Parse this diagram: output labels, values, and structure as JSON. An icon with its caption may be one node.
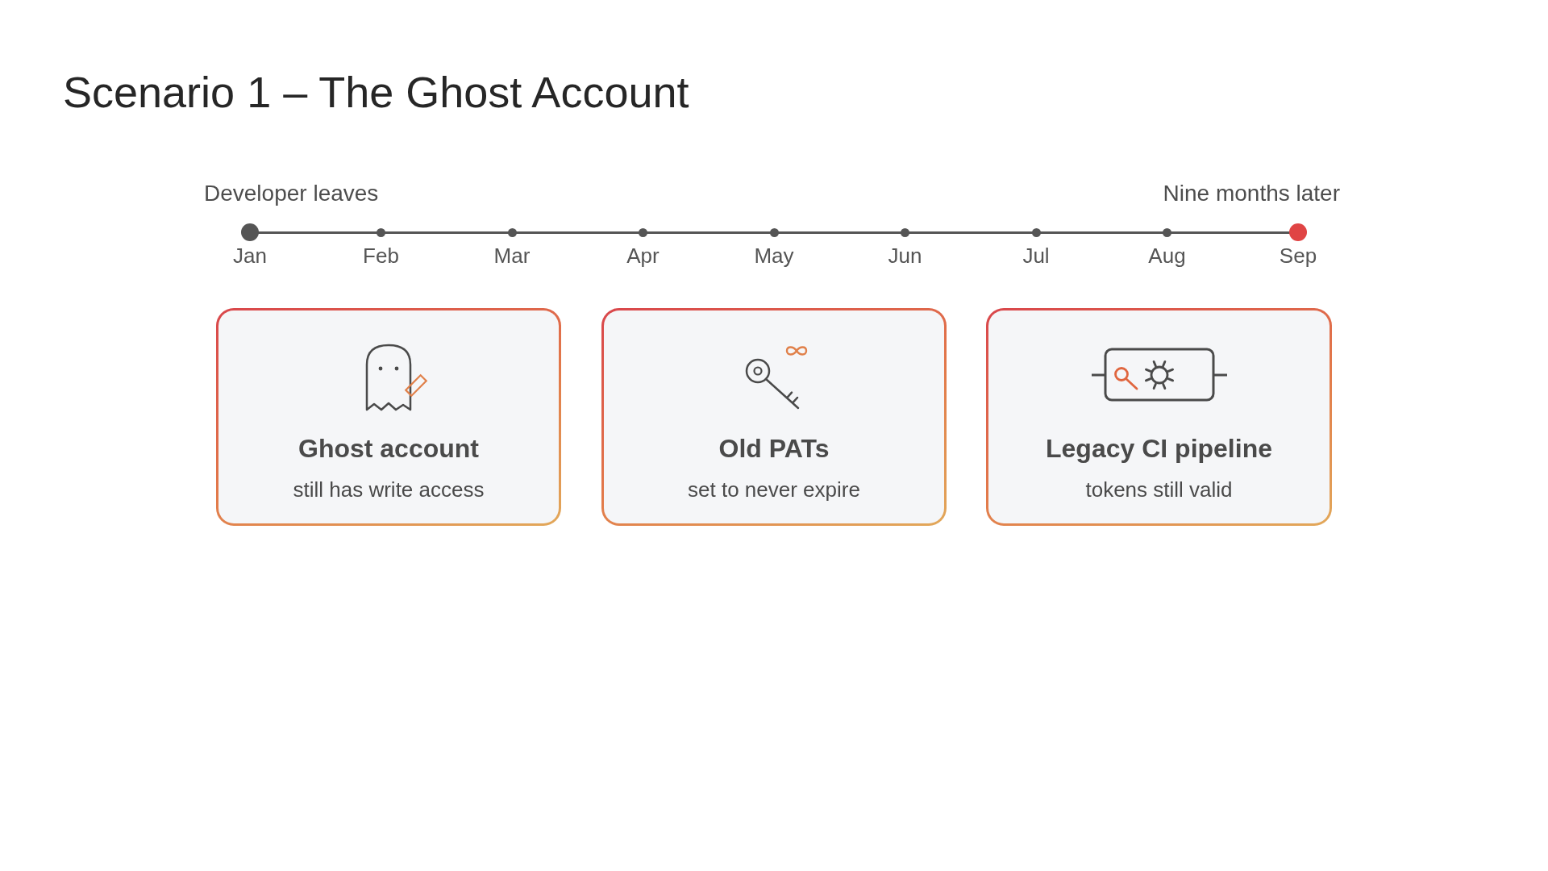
{
  "diagram": {
    "title": "Scenario 1 – The Ghost Account",
    "nodes": [
      {
        "text": [
          "Ghost account",
          "still has write access"
        ]
      },
      {
        "text": [
          "Old PATs",
          "set to never expire"
        ]
      },
      {
        "text": [
          "Legacy CI pipeline",
          "tokens still valid"
        ]
      }
    ],
    "labels": [
      "Developer leaves",
      "Nine months later",
      "Jan",
      "Feb",
      "Mar",
      "Apr",
      "May",
      "Jun",
      "Jul",
      "Aug",
      "Sep"
    ]
  }
}
